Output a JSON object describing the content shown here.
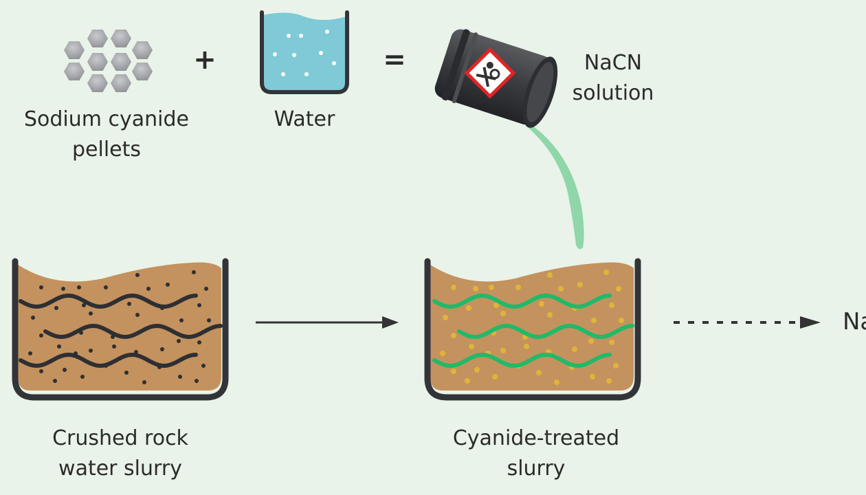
{
  "diagram": {
    "title": "Cyanide leaching process",
    "colors": {
      "background": "#e9f3e9",
      "pellet": "#a7a8ac",
      "water": "#7fcad6",
      "vessel": "#333438",
      "slurry": "#c4925e",
      "rock_particle": "#2f2f2f",
      "gold_particle": "#e0b43a",
      "untreated_wave": "#2e2f33",
      "treated_wave": "#1fba6a",
      "nacn_stream": "#8fd6a9",
      "hazard_border": "#e02424"
    },
    "symbols": {
      "plus": "+",
      "equals": "="
    },
    "labels": {
      "pellets_line1": "Sodium cyanide",
      "pellets_line2": "pellets",
      "water": "Water",
      "nacn_line1": "NaCN",
      "nacn_line2": "solution",
      "crushed_line1": "Crushed rock",
      "crushed_line2": "water slurry",
      "treated_line1": "Cyanide-treated",
      "treated_line2": "slurry",
      "next_step_cut": "Na"
    },
    "icons": {
      "pellets": "hexagon-pellets-icon",
      "water_beaker": "beaker-icon",
      "drum": "poison-drum-icon",
      "hazard": "toxic-hazard-icon",
      "process_arrow": "arrow-right-icon",
      "next_arrow": "dashed-arrow-right-icon"
    }
  }
}
